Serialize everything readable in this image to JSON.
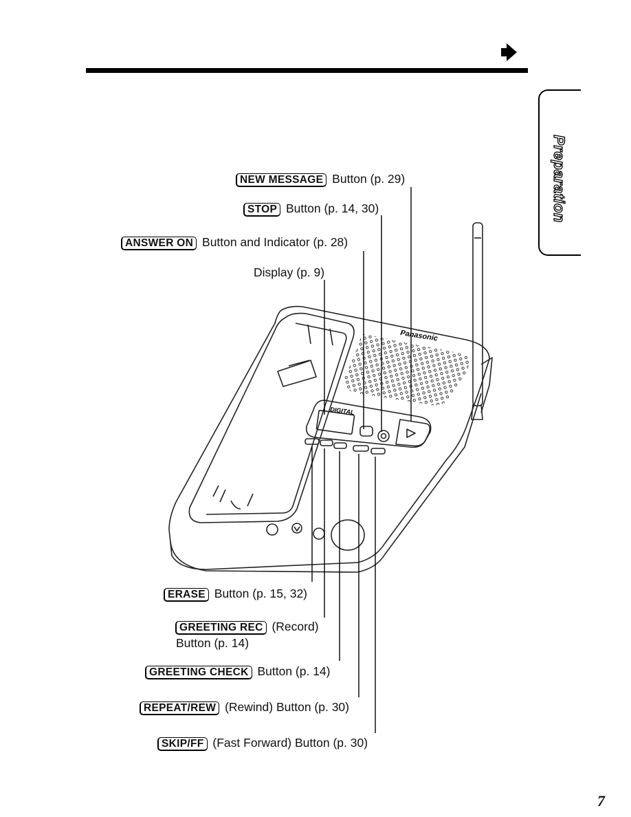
{
  "side_tab": {
    "label": "Preparation"
  },
  "callouts_top": {
    "new_message": {
      "key": "NEW MESSAGE",
      "text": "Button (p. 29)"
    },
    "stop": {
      "key": "STOP",
      "text": "Button (p. 14, 30)"
    },
    "answer_on": {
      "key": "ANSWER ON",
      "text": "Button and Indicator (p. 28)"
    },
    "display": {
      "text": "Display (p. 9)"
    }
  },
  "callouts_bottom": {
    "erase": {
      "key": "ERASE",
      "text": "Button (p. 15, 32)"
    },
    "greeting_rec": {
      "key": "GREETING REC",
      "text": "(Record)",
      "text2": "Button (p. 14)"
    },
    "greeting_check": {
      "key": "GREETING CHECK",
      "text": "Button (p. 14)"
    },
    "repeat_rew": {
      "key": "REPEAT/REW",
      "text": "(Rewind) Button (p. 30)"
    },
    "skip_ff": {
      "key": "SKIP/FF",
      "text": "(Fast Forward) Button (p. 30)"
    }
  },
  "device": {
    "brand": "Panasonic",
    "display_badge": "DIGITAL"
  },
  "page_number": "7"
}
